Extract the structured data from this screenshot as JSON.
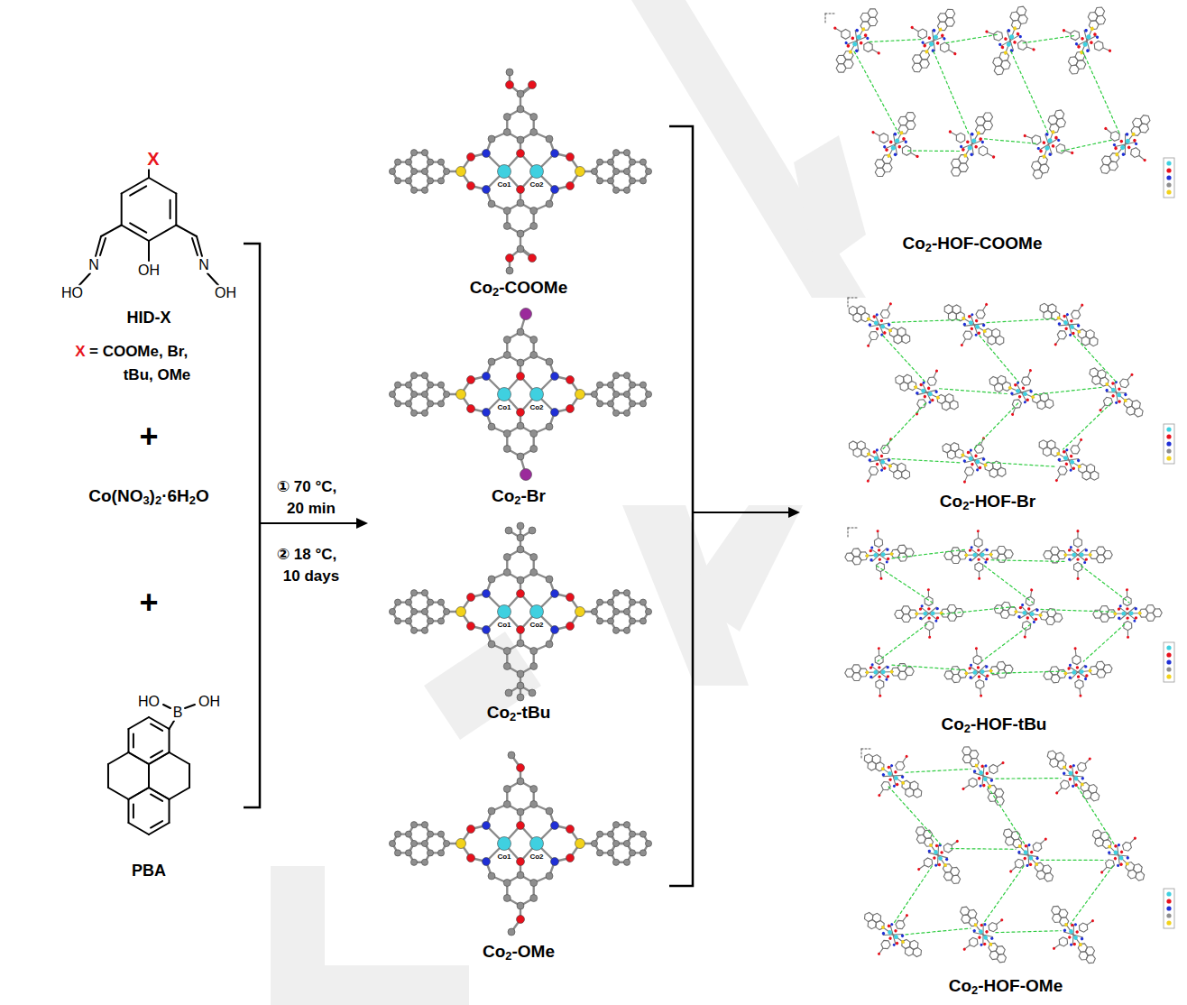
{
  "diagram": {
    "labels": [
      "X",
      "N",
      "OH",
      "N",
      "HO",
      "OH",
      "HID-X",
      "X",
      "= COOMe, Br,",
      "tBu, OMe",
      "+",
      "Co(NO3)2·6H2O",
      "+",
      "HO",
      "B",
      "OH",
      "PBA",
      "① 70 °C,",
      "20 min",
      "② 18 °C,",
      "10 days",
      "Co1",
      "Co2",
      "Co2-COOMe",
      "Co1",
      "Co2",
      "Co2-Br",
      "Co1",
      "Co2",
      "Co2-tBu",
      "Co1",
      "Co2",
      "Co2-OMe",
      "Co2-HOF-COOMe",
      "Co2-HOF-Br",
      "Co2-HOF-tBu",
      "Co2-HOF-OMe"
    ]
  }
}
